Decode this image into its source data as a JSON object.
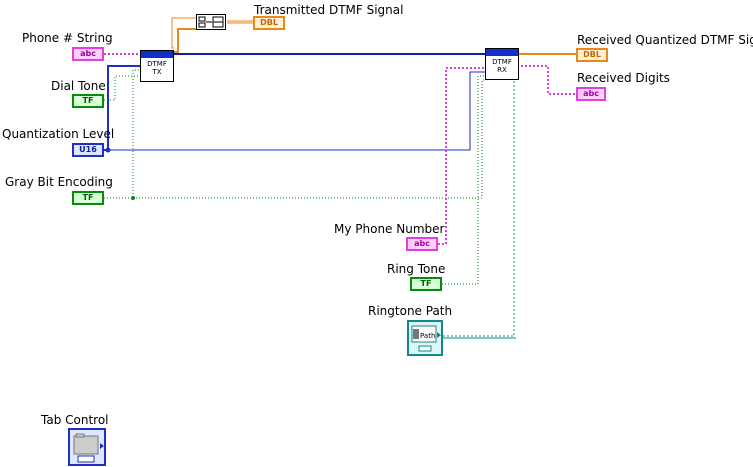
{
  "controls": {
    "phone_string": {
      "label": "Phone # String",
      "type": "abc"
    },
    "dial_tone": {
      "label": "Dial Tone",
      "type": "TF"
    },
    "quantization_level": {
      "label": "Quantization Level",
      "type": "U16"
    },
    "gray_bit_encoding": {
      "label": "Gray Bit Encoding",
      "type": "TF"
    },
    "my_phone_number": {
      "label": "My Phone Number",
      "type": "abc"
    },
    "ring_tone": {
      "label": "Ring Tone",
      "type": "TF"
    },
    "ringtone_path": {
      "label": "Ringtone Path",
      "type": "Path"
    },
    "tab_control": {
      "label": "Tab Control"
    }
  },
  "indicators": {
    "transmitted_signal": {
      "label": "Transmitted DTMF Signal",
      "type": "DBL"
    },
    "received_quantized": {
      "label": "Received Quantized DTMF Signal",
      "type": "DBL"
    },
    "received_digits": {
      "label": "Received Digits",
      "type": "abc"
    }
  },
  "subvis": {
    "tx": {
      "line1": "DTMF",
      "line2": "TX"
    },
    "rx": {
      "line1": "DTMF",
      "line2": "RX"
    }
  },
  "colors": {
    "string_wire": "#e040e0",
    "bool_wire": "#0a8a0a",
    "int_wire": "#1f2fbf",
    "dbl_wire": "#e88a1a",
    "path_wire": "#118a8a",
    "cluster_wire": "#1020a0"
  }
}
